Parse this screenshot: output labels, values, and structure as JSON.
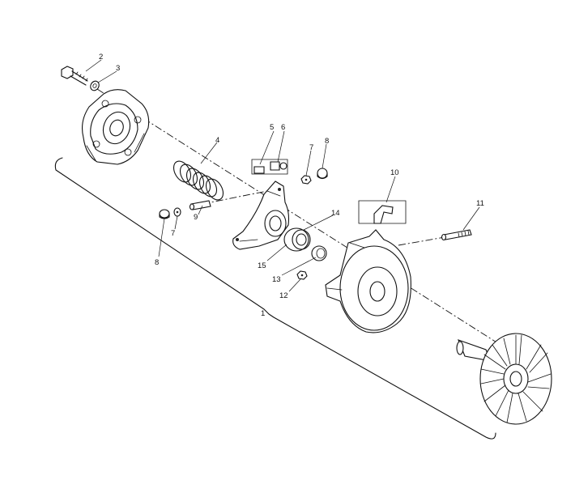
{
  "callouts": {
    "c1": "1",
    "c2": "2",
    "c3": "3",
    "c4": "4",
    "c5": "5",
    "c6": "6",
    "c7a": "7",
    "c7b": "7",
    "c8a": "8",
    "c8b": "8",
    "c9": "9",
    "c10": "10",
    "c11": "11",
    "c12": "12",
    "c13": "13",
    "c14": "14",
    "c15": "15"
  }
}
